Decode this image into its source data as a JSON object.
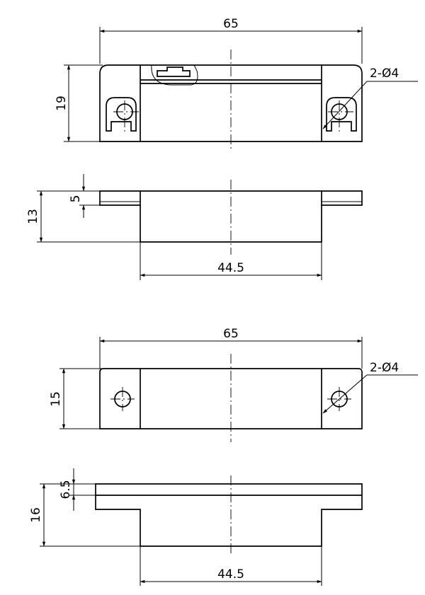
{
  "views": {
    "top_switch": {
      "width_label": "65",
      "height_label": "19",
      "hole_label": "2-Ø4"
    },
    "side_switch": {
      "depth_label": "5",
      "height_label": "13",
      "base_label": "44.5"
    },
    "top_magnet": {
      "width_label": "65",
      "height_label": "15",
      "hole_label": "2-Ø4"
    },
    "side_magnet": {
      "depth_label": "6.5",
      "height_label": "16",
      "base_label": "44.5"
    }
  }
}
